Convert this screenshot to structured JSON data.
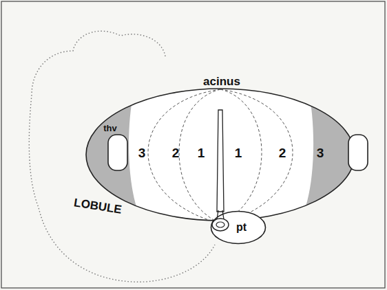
{
  "diagram": {
    "nodes": [
      {
        "text": [
          "pt"
        ]
      }
    ],
    "labels": [
      "acinus",
      "thv",
      "3",
      "2",
      "1",
      "1",
      "2",
      "3",
      "LOBULE"
    ]
  }
}
